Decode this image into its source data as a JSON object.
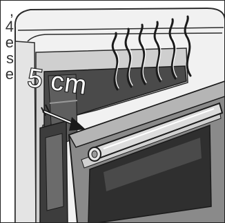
{
  "side_text_lines": [
    ",",
    "4",
    "e",
    "s",
    "e"
  ],
  "gap_label": "5 cm",
  "colors": {
    "oven_body": "#f3f3f3",
    "oven_edge": "#2b2b2b",
    "door_panel": "#7a7a7a",
    "door_glass_dark": "#3a3a3a",
    "handle": "#d6d6d6",
    "steam_line": "#1a1a1a",
    "background": "#ffffff"
  },
  "icons": [
    "steam-waves-icon",
    "gap-arrow-icon",
    "oven-door-handle-icon"
  ]
}
